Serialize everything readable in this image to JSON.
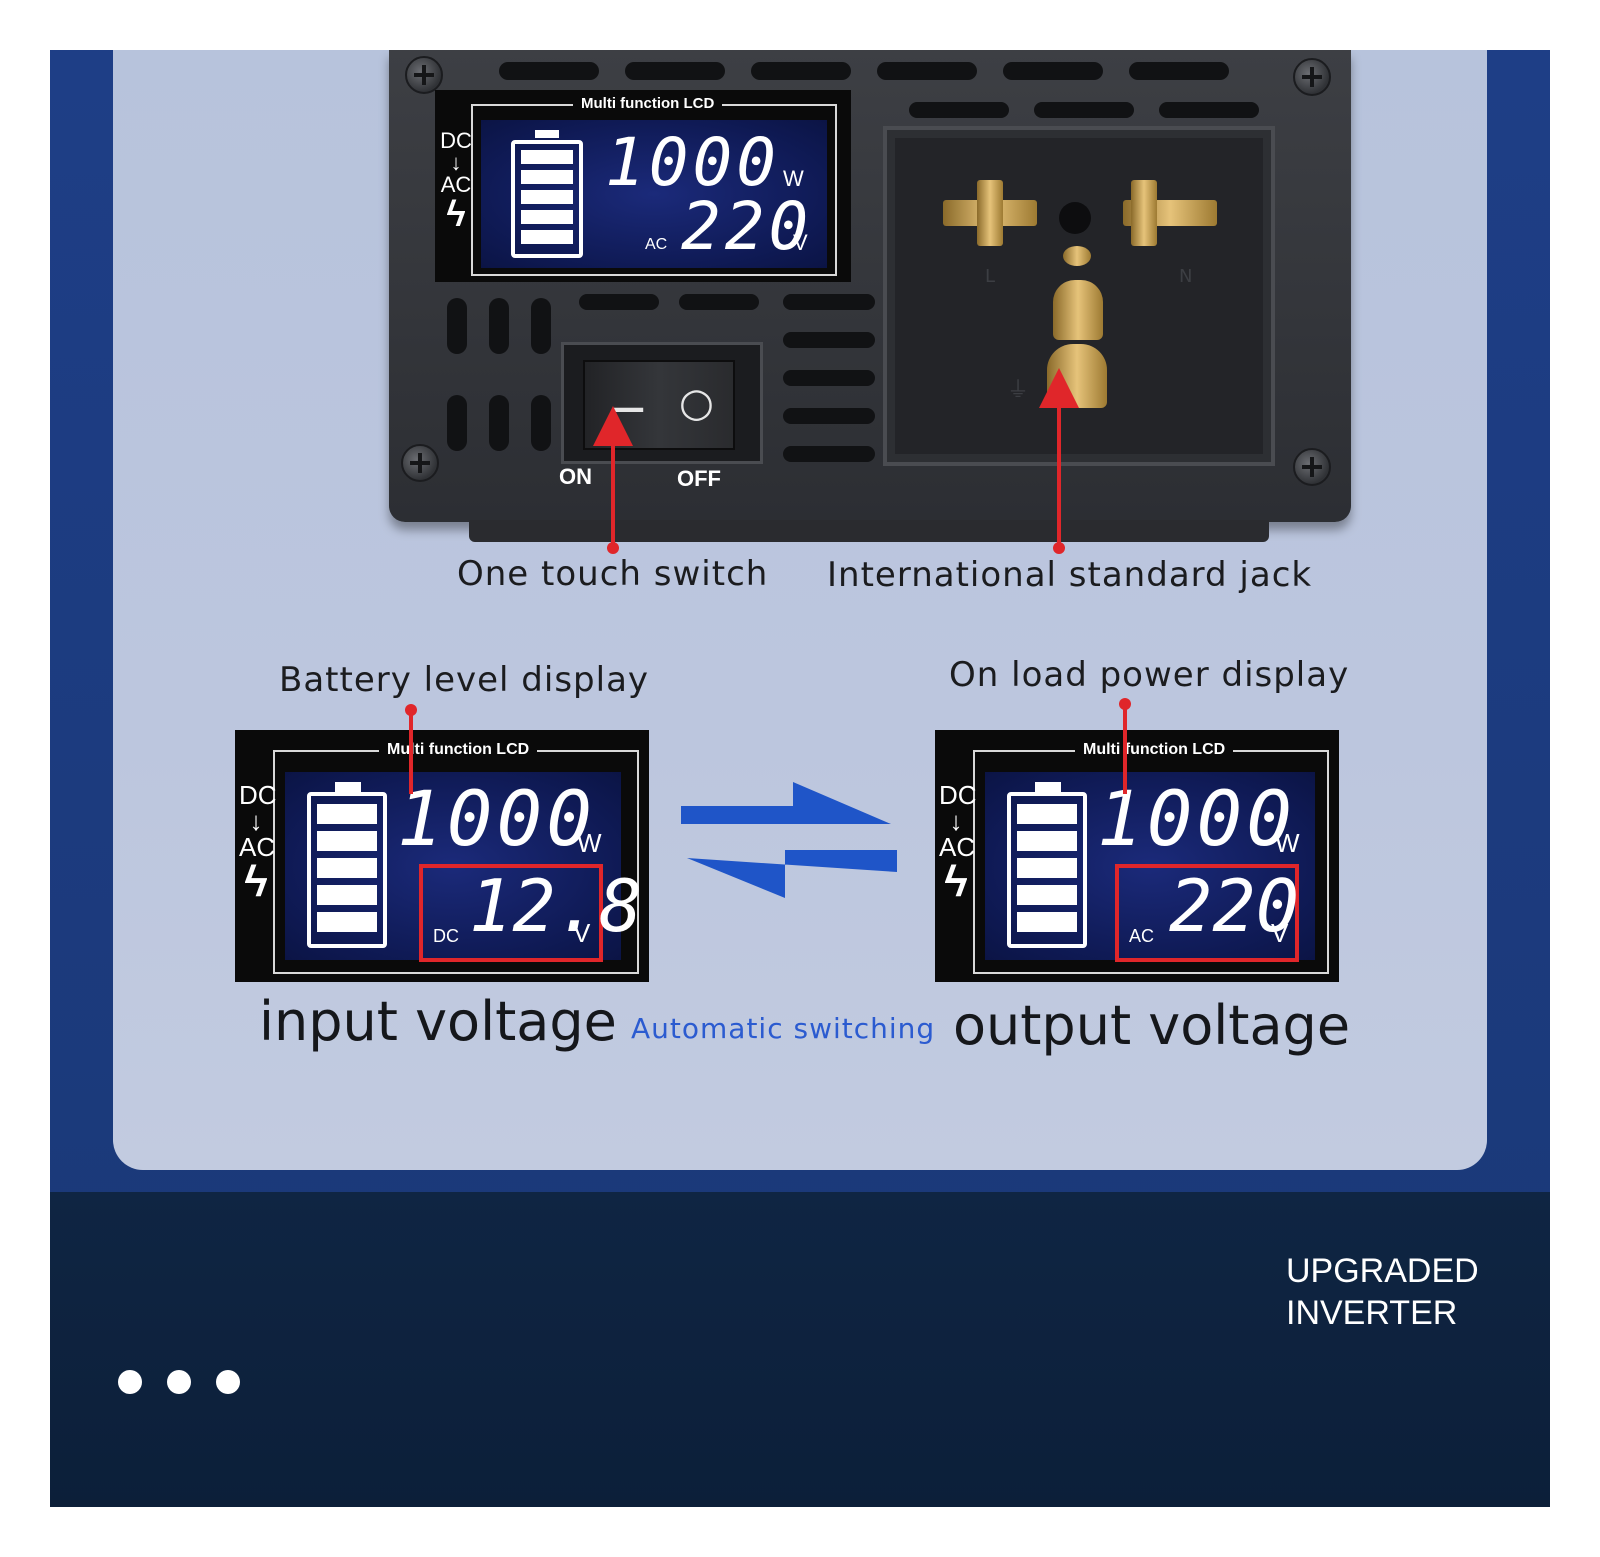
{
  "inverter": {
    "lcd": {
      "title": "Multi function LCD",
      "mode_dc": "DC",
      "mode_arrow": "↓",
      "mode_ac": "AC",
      "bolt": "ϟ",
      "power_value": "1000",
      "power_unit": "W",
      "voltage_prefix": "AC",
      "voltage_value": "220",
      "voltage_unit": "V"
    },
    "switch": {
      "on_label": "ON",
      "off_label": "OFF",
      "on_glyph": "—",
      "off_glyph": "○"
    },
    "socket": {
      "label_l": "L",
      "label_n": "N",
      "label_e": "⏚"
    }
  },
  "annotations": {
    "switch_caption": "One touch switch",
    "jack_caption": "International standard jack",
    "battery_caption": "Battery level display",
    "load_caption": "On load power display"
  },
  "left_display": {
    "title": "Multi function LCD",
    "mode_dc": "DC",
    "mode_arrow": "↓",
    "mode_ac": "AC",
    "bolt": "ϟ",
    "power_value": "1000",
    "power_unit": "W",
    "voltage_prefix": "DC",
    "voltage_value": "12.8",
    "voltage_unit": "V",
    "caption": "input voltage"
  },
  "right_display": {
    "title": "Multi function LCD",
    "mode_dc": "DC",
    "mode_arrow": "↓",
    "mode_ac": "AC",
    "bolt": "ϟ",
    "power_value": "1000",
    "power_unit": "W",
    "voltage_prefix": "AC",
    "voltage_value": "220",
    "voltage_unit": "V",
    "caption": "output voltage"
  },
  "switching_label": "Automatic switching",
  "footer": {
    "brand_line1": "UPGRADED",
    "brand_line2": "INVERTER",
    "pager_dots": 3
  },
  "colors": {
    "frame_blue": "#1e3e86",
    "panel": "#b7c3dc",
    "band": "#0f2543",
    "lcd_screen": "#13205f",
    "highlight_red": "#e0262a",
    "arrow_blue": "#1f55c8",
    "auto_text": "#2b5bd0"
  }
}
